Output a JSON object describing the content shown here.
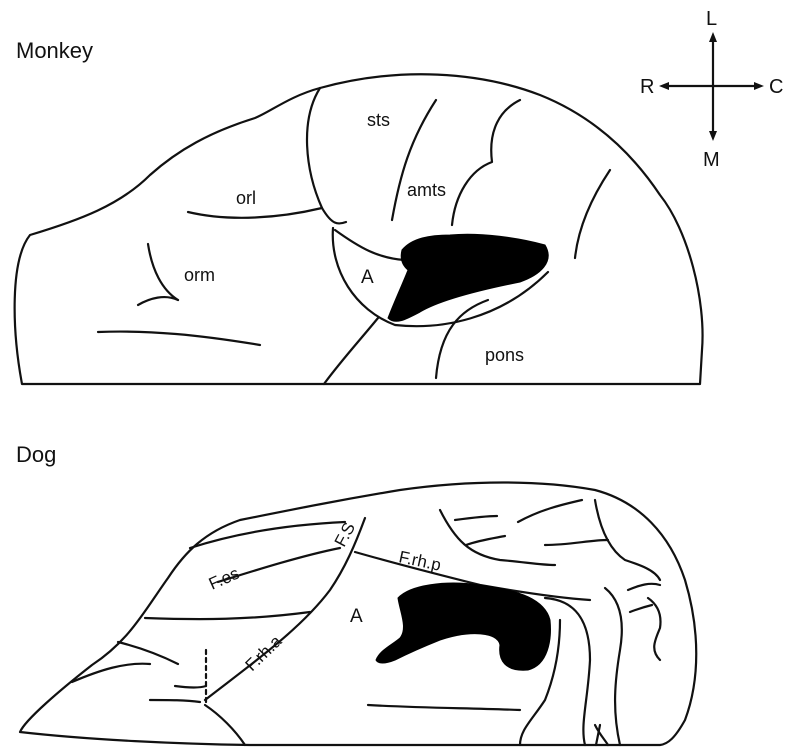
{
  "panels": {
    "monkey": {
      "title": "Monkey",
      "labels": {
        "sts": "sts",
        "amts": "amts",
        "orl": "orl",
        "orm": "orm",
        "a": "A",
        "pons": "pons"
      }
    },
    "dog": {
      "title": "Dog",
      "labels": {
        "fes": "F.es",
        "fs": "F.S",
        "frhp": "F.rh.p",
        "frha": "F.rh.a",
        "a": "A"
      }
    }
  },
  "orientation": {
    "lateral": "L",
    "medial": "M",
    "rostral": "R",
    "caudal": "C"
  },
  "colors": {
    "ink": "#111111",
    "lesion": "#000000",
    "background": "#ffffff"
  }
}
